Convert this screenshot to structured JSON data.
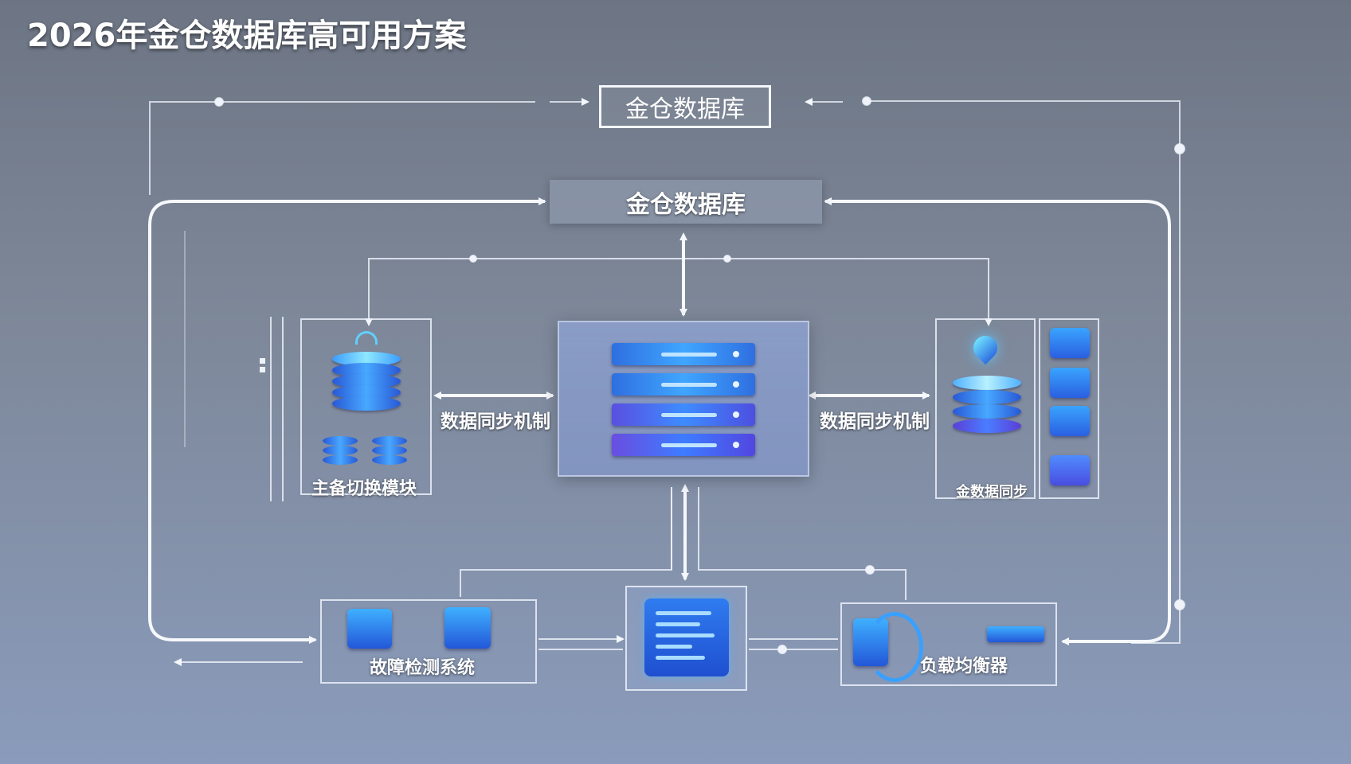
{
  "title": "2026年金仓数据库高可用方案",
  "nodes": {
    "top_db": "金仓数据库",
    "mid_db": "金仓数据库",
    "left_module": "主备切换模块",
    "right_module": "金数据同步",
    "fault_detection": "故障检测系统",
    "load_balancer": "负载均衡器"
  },
  "edges": {
    "left_sync": "数据同步机制",
    "right_sync": "数据同步机制"
  },
  "colors": {
    "line": "#f2f5fb",
    "accent_blue": "#3a8dff",
    "server_blue": "#2f6fe0"
  }
}
